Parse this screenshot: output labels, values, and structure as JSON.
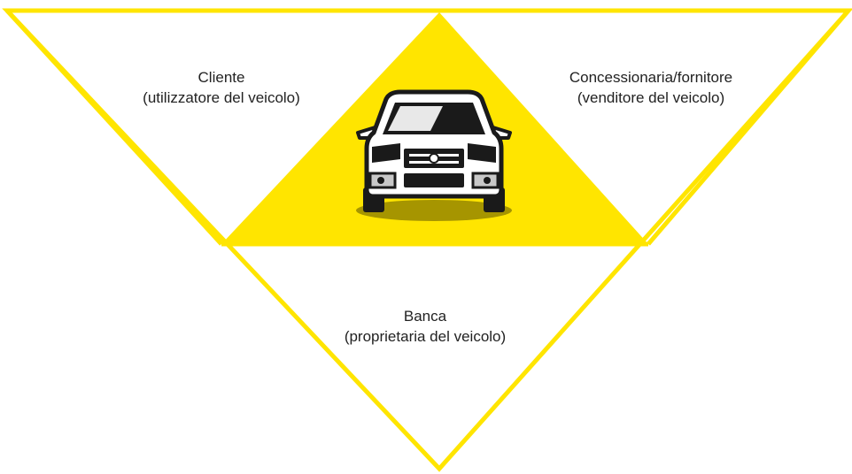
{
  "colors": {
    "accent": "#FFE500",
    "outline": "#FFE500",
    "text": "#222222",
    "car_body": "#FFFFFF",
    "car_outline": "#1A1A1A"
  },
  "nodes": {
    "cliente": {
      "name": "Cliente",
      "role": "(utilizzatore del veicolo)"
    },
    "concessionaria": {
      "name": "Concessionaria/fornitore",
      "role": "(venditore del veicolo)"
    },
    "banca": {
      "name": "Banca",
      "role": "(proprietaria del veicolo)"
    }
  },
  "center": {
    "icon": "car-front-icon"
  }
}
